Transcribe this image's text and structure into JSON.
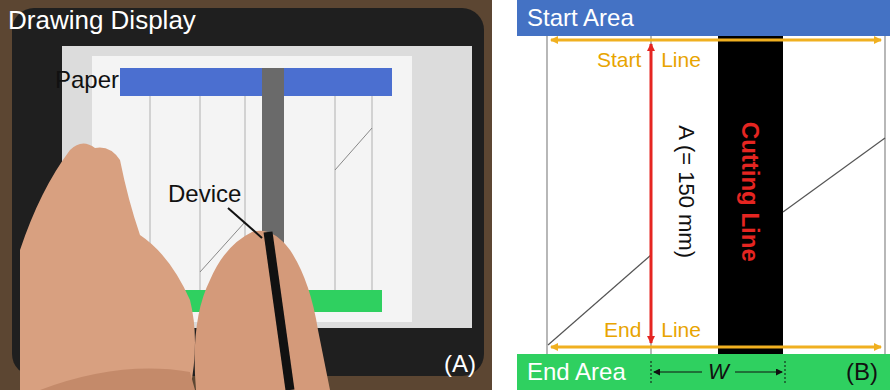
{
  "diagram": {
    "nodes": [
      {
        "text": [
          "Start Area"
        ]
      },
      {
        "text": [
          "End Area"
        ]
      }
    ],
    "labels": [
      "Drawing Display",
      "Paper",
      "Device",
      "(A)",
      "Start Line",
      "A (= 150 mm)",
      "Cutting Line",
      "End Line",
      "W",
      "(B)"
    ]
  }
}
